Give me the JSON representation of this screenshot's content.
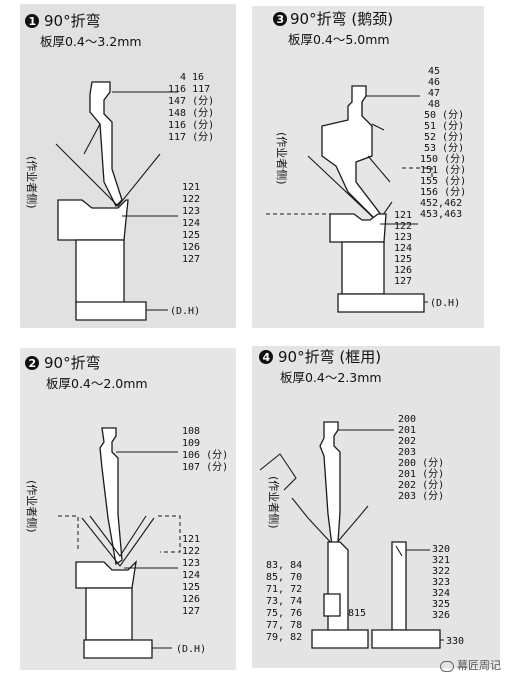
{
  "panels": [
    {
      "badge": "1",
      "title": "90°折弯",
      "thickness": "板厚0.4～3.2mm",
      "upper_labels": [
        "4  16",
        "116  117",
        "147 (分)",
        "148 (分)",
        "116 (分)",
        "117 (分)"
      ],
      "lower_labels": [
        "121",
        "122",
        "123",
        "124",
        "125",
        "126",
        "127"
      ],
      "dh": "(D.H)",
      "side": "(作业者侧)"
    },
    {
      "badge": "2",
      "title": "90°折弯",
      "thickness": "板厚0.4～2.0mm",
      "upper_labels": [
        "108",
        "109",
        "106 (分)",
        "107 (分)"
      ],
      "lower_labels": [
        "121",
        "122",
        "123",
        "124",
        "125",
        "126",
        "127"
      ],
      "dh": "(D.H)",
      "side": "(作业者侧)"
    },
    {
      "badge": "3",
      "title": "90°折弯 (鹅颈)",
      "thickness": "板厚0.4～5.0mm",
      "upper_labels": [
        "45",
        "46",
        "47",
        "48",
        "50 (分)",
        "51 (分)",
        "52 (分)",
        "53 (分)",
        "150 (分)",
        "151 (分)",
        "155 (分)",
        "156 (分)",
        "452,462",
        "453,463"
      ],
      "lower_labels": [
        "121",
        "122",
        "123",
        "124",
        "125",
        "126",
        "127"
      ],
      "dh": "(D.H)",
      "side": "(作业者侧)"
    },
    {
      "badge": "4",
      "title": "90°折弯 (框用)",
      "thickness": "板厚0.4～2.3mm",
      "upper_labels": [
        "200",
        "201",
        "202",
        "203",
        "200 (分)",
        "201 (分)",
        "202 (分)",
        "203 (分)"
      ],
      "left_labels": [
        "83,  84",
        "85,  70",
        "71,  72",
        "73,  74",
        "75,  76",
        "77,  78",
        "79,  82"
      ],
      "label_815": "815",
      "right_labels": [
        "320",
        "321",
        "322",
        "323",
        "324",
        "325",
        "326"
      ],
      "label_330": "330",
      "side": "(作业者侧)"
    }
  ],
  "watermark": "幕匠周记"
}
